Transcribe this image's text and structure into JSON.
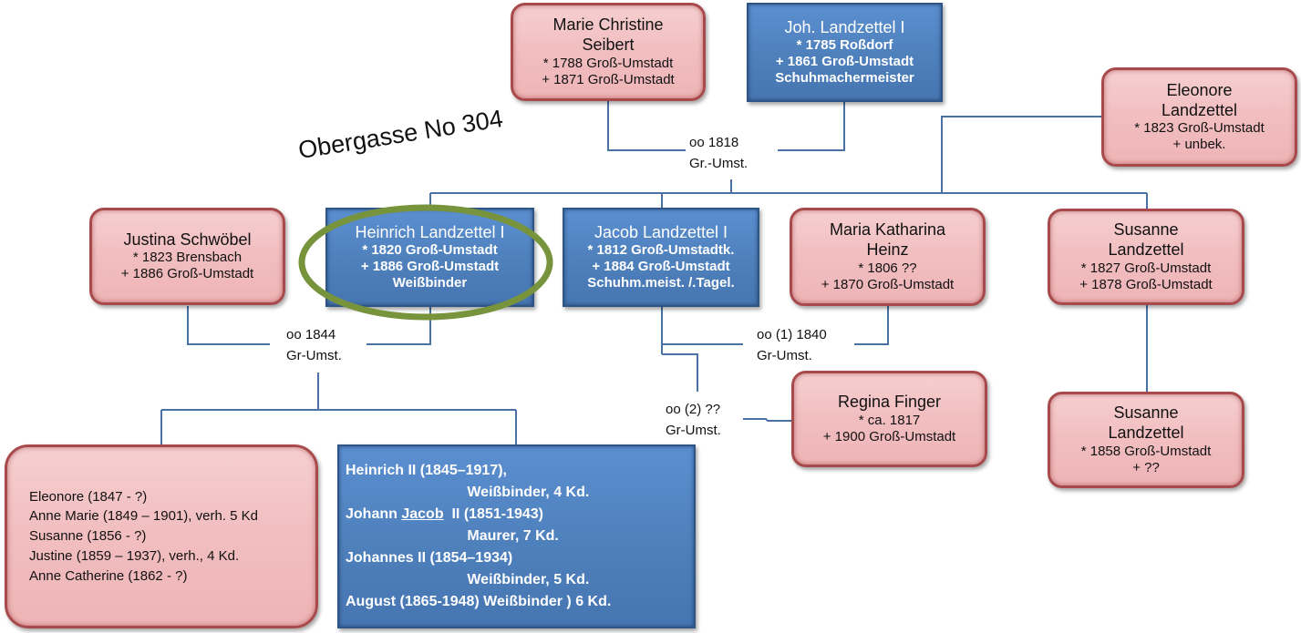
{
  "title_annotation": "Obergasse No 304",
  "colors": {
    "female_fill": "#f2c0c2",
    "female_border": "#a84a4c",
    "male_fill": "#4f81bd",
    "male_border": "#2f5486",
    "connector": "#4a72a6",
    "highlight": "#77933c"
  },
  "persons": {
    "marie": {
      "name": "Marie Christine Seibert",
      "lines": [
        "* 1788 Groß-Umstadt",
        "+ 1871 Groß-Umstadt"
      ]
    },
    "johann": {
      "name": "Joh. Landzettel I",
      "lines": [
        "* 1785 Roßdorf",
        "+ 1861 Groß-Umstadt",
        "Schuhmachermeister"
      ]
    },
    "eleonore": {
      "name": "Eleonore Landzettel",
      "lines": [
        "* 1823 Groß-Umstadt",
        "+ unbek."
      ]
    },
    "justina": {
      "name": "Justina Schwöbel",
      "lines": [
        "* 1823 Brensbach",
        "+ 1886 Groß-Umstadt"
      ]
    },
    "heinrich": {
      "name": "Heinrich Landzettel I",
      "lines": [
        "* 1820 Groß-Umstadt",
        "+ 1886 Groß-Umstadt",
        "Weißbinder"
      ]
    },
    "jacob": {
      "name": "Jacob Landzettel I",
      "lines": [
        "* 1812 Groß-Umstadtk.",
        "+  1884 Groß-Umstadt",
        "Schuhm.meist. /.Tagel."
      ]
    },
    "maria_katharina": {
      "name": "Maria Katharina Heinz",
      "lines": [
        "* 1806  ??",
        "+ 1870 Groß-Umstadt"
      ]
    },
    "susanne1": {
      "name": "Susanne Landzettel",
      "lines": [
        "* 1827 Groß-Umstadt",
        "+ 1878 Groß-Umstadt"
      ]
    },
    "regina": {
      "name": "Regina Finger",
      "lines": [
        "* ca. 1817",
        "+ 1900 Groß-Umstadt"
      ]
    },
    "susanne2": {
      "name": "Susanne Landzettel",
      "lines": [
        "* 1858 Groß-Umstadt",
        "+ ??"
      ]
    }
  },
  "marriages": {
    "m1818": {
      "line1": "oo  1818",
      "line2": "Gr.-Umst."
    },
    "m1844": {
      "line1": "oo  1844",
      "line2": "Gr-Umst."
    },
    "m1840": {
      "line1": "oo (1)  1840",
      "line2": "Gr-Umst."
    },
    "m2": {
      "line1": "oo (2)  ??",
      "line2": "Gr-Umst."
    }
  },
  "daughters": [
    "Eleonore (1847 - ?)",
    "Anne Marie (1849 – 1901), verh. 5 Kd",
    "Susanne (1856 - ?)",
    "Justine (1859 – 1937), verh., 4 Kd.",
    "Anne Catherine (1862 - ?)"
  ],
  "sons": {
    "r1": "Heinrich II (1845–1917),",
    "r2": "                              Weißbinder, 4 Kd.",
    "r3_pre": "Johann ",
    "r3_u": "Jacob",
    "r3_post": "  II (1851-1943)",
    "r4": "                              Maurer, 7 Kd.",
    "r5": "Johannes II (1854–1934)",
    "r6": "                              Weißbinder, 5 Kd.",
    "r7": "August (1865-1948) Weißbinder ) 6 Kd."
  }
}
